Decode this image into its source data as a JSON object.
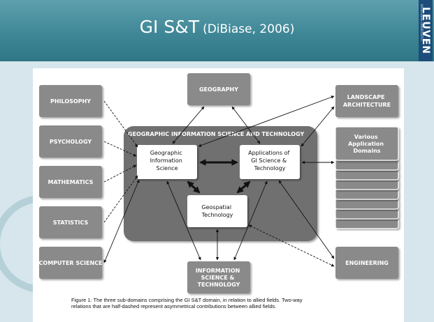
{
  "slide": {
    "title_main": "GI S&T",
    "title_sub": "(DiBiase, 2006)",
    "logo_text": "LEUVEN",
    "logo_small": "KATHOLIEKE UNIVERSITEIT"
  },
  "diagram": {
    "left_boxes": [
      "PHILOSOPHY",
      "PSYCHOLOGY",
      "MATHEMATICS",
      "STATISTICS",
      "COMPUTER SCIENCE"
    ],
    "top_box": "GEOGRAPHY",
    "bottom_box": [
      "INFORMATION",
      "SCIENCE &",
      "TECHNOLOGY"
    ],
    "landscape": [
      "LANDSCAPE",
      "ARCHITECTURE"
    ],
    "various": [
      "Various",
      "Application",
      "Domains"
    ],
    "engineering": "ENGINEERING",
    "gist_label": "GEOGRAPHIC INFORMATION SCIENCE AND TECHNOLOGY",
    "gis": [
      "Geographic",
      "Information",
      "Science"
    ],
    "app": [
      "Applications of",
      "GI Science &",
      "Technology"
    ],
    "geo": [
      "Geospatial",
      "Technology"
    ]
  },
  "caption": {
    "line1": "Figure 1: The three sub-domains comprising the GI S&T domain, in relation to allied fields. Two-way",
    "line2": "relations that are half-dashed represent asymmetrical contributions between allied fields."
  },
  "colors": {
    "header": "#3f8797",
    "background": "#d6e6ec",
    "box_gray": "#8a8a8a",
    "gist_gray": "#6e6e6e",
    "logo_blue": "#1d4d79"
  }
}
